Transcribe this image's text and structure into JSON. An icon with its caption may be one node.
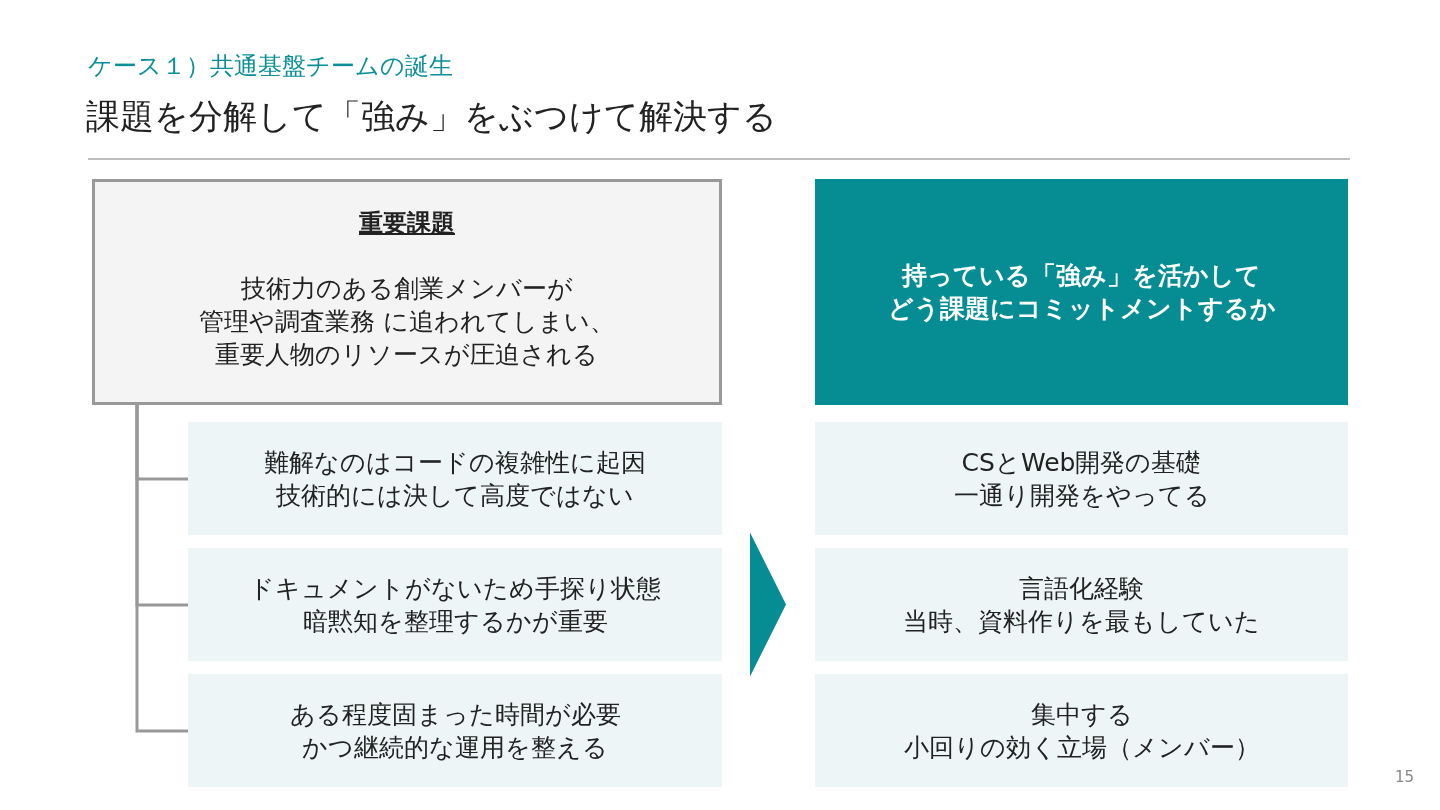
{
  "diagram": {
    "title": "課題を分解して「強み」をぶつけて解決する",
    "nodes": [
      {
        "text": [
          "重要課題",
          "技術力のある創業メンバーが管理や調査業務 に追われてしまい、重要人物のリソースが圧迫される"
        ]
      },
      {
        "text": [
          "難解なのはコードの複雑性に起因技術的には決して高度ではない"
        ]
      },
      {
        "text": [
          "ドキュメントがないため手探り状態暗黙知を整理するかが重要"
        ]
      },
      {
        "text": [
          "ある程度固まった時間が必要かつ継続的な運用を整える"
        ]
      },
      {
        "text": [
          "持っている「強み」を活かしてどう課題にコミットメントするか"
        ]
      },
      {
        "text": [
          "CSとWeb開発の基礎一通り開発をやってる"
        ]
      },
      {
        "text": [
          "言語化経験当時、資料作りを最もしていた"
        ]
      },
      {
        "text": [
          "集中する小回りの効く立場（メンバー）"
        ]
      }
    ],
    "edges": [
      {
        "from": 0,
        "to": 1,
        "arrow": "none"
      },
      {
        "from": 0,
        "to": 2,
        "arrow": "none"
      },
      {
        "from": 0,
        "to": 3,
        "arrow": "none"
      },
      {
        "from": 2,
        "to": 6,
        "arrow": "to"
      }
    ],
    "labels": [
      "ケース１）共通基盤チームの誕生",
      "15"
    ]
  }
}
